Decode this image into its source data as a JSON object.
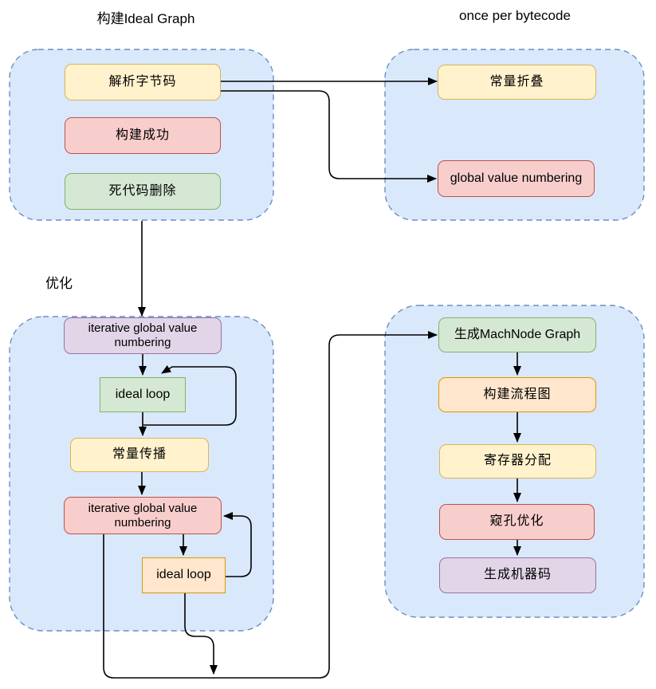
{
  "titles": {
    "build_ideal_graph": "构建Ideal Graph",
    "once_per_bytecode": "once per bytecode",
    "optimize": "优化"
  },
  "nodes": {
    "parse_bytecode": {
      "label": "解析字节码"
    },
    "build_success": {
      "label": "构建成功"
    },
    "dead_code_elimination": {
      "label": "死代码删除"
    },
    "constant_folding": {
      "label": "常量折叠"
    },
    "global_value_numbering": {
      "label": "global value numbering"
    },
    "iterative_gvn_1": {
      "label": "iterative global value numbering"
    },
    "ideal_loop_1": {
      "label": "ideal loop"
    },
    "constant_propagation": {
      "label": "常量传播"
    },
    "iterative_gvn_2": {
      "label": "iterative global value numbering"
    },
    "ideal_loop_2": {
      "label": "ideal loop"
    },
    "gen_machnode_graph": {
      "label": "生成MachNode Graph"
    },
    "build_cfg": {
      "label": "构建流程图"
    },
    "register_allocation": {
      "label": "寄存器分配"
    },
    "peephole_optimization": {
      "label": "窥孔优化"
    },
    "gen_machine_code": {
      "label": "生成机器码"
    }
  },
  "edges": [
    {
      "from": "parse_bytecode",
      "to": "constant_folding"
    },
    {
      "from": "parse_bytecode",
      "to": "global_value_numbering"
    },
    {
      "from": "build-ideal-graph-group",
      "to": "iterative_gvn_1"
    },
    {
      "from": "iterative_gvn_1",
      "to": "ideal_loop_1"
    },
    {
      "from": "ideal_loop_1",
      "to": "ideal_loop_1",
      "type": "loop-back"
    },
    {
      "from": "ideal_loop_1",
      "to": "constant_propagation"
    },
    {
      "from": "constant_propagation",
      "to": "iterative_gvn_2"
    },
    {
      "from": "iterative_gvn_2",
      "to": "ideal_loop_2"
    },
    {
      "from": "ideal_loop_2",
      "to": "iterative_gvn_2",
      "type": "loop-back"
    },
    {
      "from": "iterative_gvn_2",
      "to": "gen_machnode_graph",
      "type": "bottom-route"
    },
    {
      "from": "ideal_loop_2",
      "to": "gen_machnode_graph",
      "type": "merge-into-bottom-route"
    },
    {
      "from": "gen_machnode_graph",
      "to": "build_cfg"
    },
    {
      "from": "build_cfg",
      "to": "register_allocation"
    },
    {
      "from": "register_allocation",
      "to": "peephole_optimization"
    },
    {
      "from": "peephole_optimization",
      "to": "gen_machine_code"
    }
  ],
  "palette": {
    "container_fill": "#dae8fc",
    "container_border": "#6c8ebf",
    "yellow_fill": "#fff2cc",
    "yellow_border": "#d6b656",
    "red_fill": "#f8cecc",
    "red_border": "#b85450",
    "green_fill": "#d5e8d4",
    "green_border": "#82b366",
    "purple_fill": "#e1d5e7",
    "purple_border": "#9673a6",
    "orange_fill": "#ffe6cc",
    "orange_border": "#d79b00",
    "arrow": "#000000",
    "text": "#000000"
  }
}
